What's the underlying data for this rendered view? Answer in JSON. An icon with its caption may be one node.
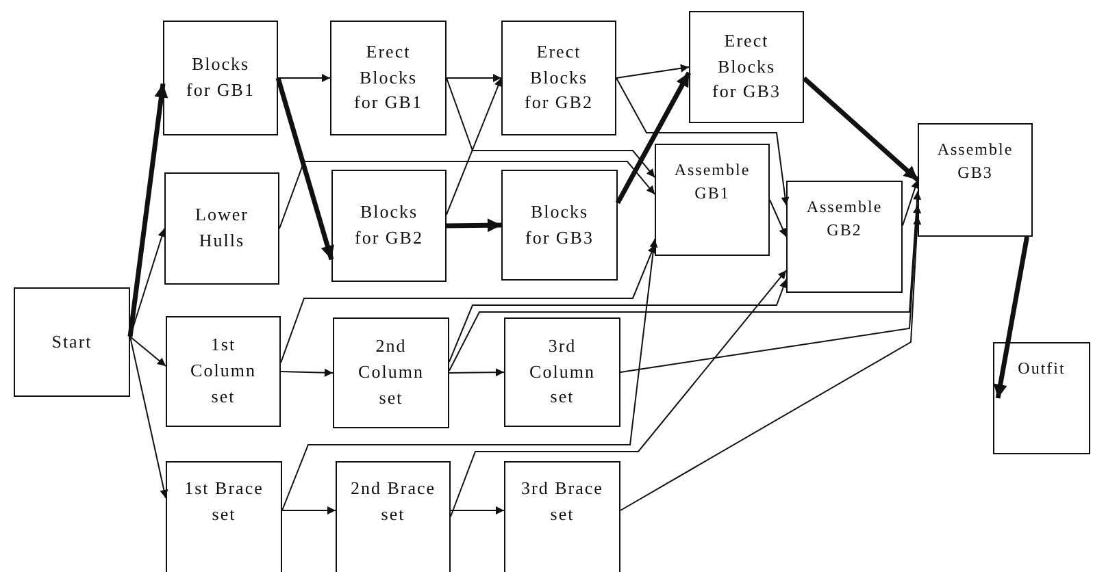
{
  "diagram": {
    "nodes": [
      {
        "text": [
          "Start"
        ]
      },
      {
        "text": [
          "Blocks for GB1"
        ]
      },
      {
        "text": [
          "Erect Blocks for GB1"
        ]
      },
      {
        "text": [
          "Erect Blocks for GB2"
        ]
      },
      {
        "text": [
          "Erect Blocks for GB3"
        ]
      },
      {
        "text": [
          "Lower Hulls"
        ]
      },
      {
        "text": [
          "Blocks for GB2"
        ]
      },
      {
        "text": [
          "Blocks for GB3"
        ]
      },
      {
        "text": [
          "Assemble GB1"
        ]
      },
      {
        "text": [
          "Assemble GB2"
        ]
      },
      {
        "text": [
          "Assemble GB3"
        ]
      },
      {
        "text": [
          "1st Column set"
        ]
      },
      {
        "text": [
          "2nd Column set"
        ]
      },
      {
        "text": [
          "3rd Column set"
        ]
      },
      {
        "text": [
          "Outfit"
        ]
      },
      {
        "text": [
          "1st Brace set"
        ]
      },
      {
        "text": [
          "2nd Brace set"
        ]
      },
      {
        "text": [
          "3rd Brace set"
        ]
      }
    ],
    "edges": [
      {
        "from": 0,
        "to": 1,
        "arrow": "to",
        "style": "thick"
      },
      {
        "from": 0,
        "to": 5,
        "arrow": "to"
      },
      {
        "from": 0,
        "to": 11,
        "arrow": "to"
      },
      {
        "from": 0,
        "to": 15,
        "arrow": "to"
      },
      {
        "from": 1,
        "to": 2,
        "arrow": "to"
      },
      {
        "from": 1,
        "to": 6,
        "arrow": "to",
        "style": "thick"
      },
      {
        "from": 2,
        "to": 3,
        "arrow": "to"
      },
      {
        "from": 2,
        "to": 8,
        "arrow": "to"
      },
      {
        "from": 6,
        "to": 3,
        "arrow": "to"
      },
      {
        "from": 6,
        "to": 7,
        "arrow": "to",
        "style": "thick"
      },
      {
        "from": 5,
        "to": 8,
        "arrow": "to"
      },
      {
        "from": 3,
        "to": 4,
        "arrow": "to"
      },
      {
        "from": 3,
        "to": 9,
        "arrow": "to"
      },
      {
        "from": 7,
        "to": 4,
        "arrow": "to",
        "style": "thick"
      },
      {
        "from": 8,
        "to": 9,
        "arrow": "to"
      },
      {
        "from": 4,
        "to": 10,
        "arrow": "to",
        "style": "thick"
      },
      {
        "from": 9,
        "to": 10,
        "arrow": "to"
      },
      {
        "from": 10,
        "to": 14,
        "arrow": "to",
        "style": "thick"
      },
      {
        "from": 11,
        "to": 12,
        "arrow": "to"
      },
      {
        "from": 11,
        "to": 8,
        "arrow": "to"
      },
      {
        "from": 12,
        "to": 13,
        "arrow": "to"
      },
      {
        "from": 12,
        "to": 9,
        "arrow": "to"
      },
      {
        "from": 12,
        "to": 10,
        "arrow": "to"
      },
      {
        "from": 15,
        "to": 16,
        "arrow": "to"
      },
      {
        "from": 15,
        "to": 8,
        "arrow": "to"
      },
      {
        "from": 16,
        "to": 17,
        "arrow": "to"
      },
      {
        "from": 16,
        "to": 9,
        "arrow": "to"
      },
      {
        "from": 13,
        "to": 10,
        "arrow": "to"
      },
      {
        "from": 17,
        "to": 10,
        "arrow": "to"
      }
    ]
  }
}
